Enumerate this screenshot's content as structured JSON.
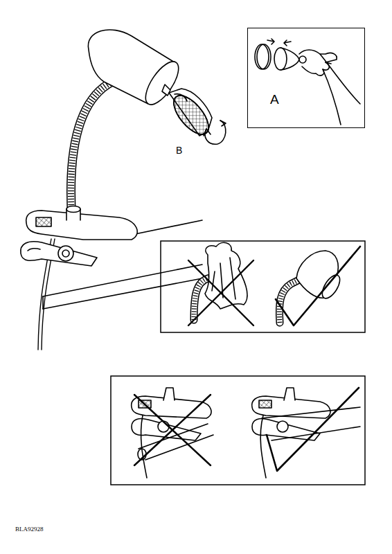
{
  "diagram": {
    "nodes": [
      {
        "text": [
          "A"
        ]
      }
    ],
    "labels": [
      "B",
      "BLA92928"
    ]
  }
}
